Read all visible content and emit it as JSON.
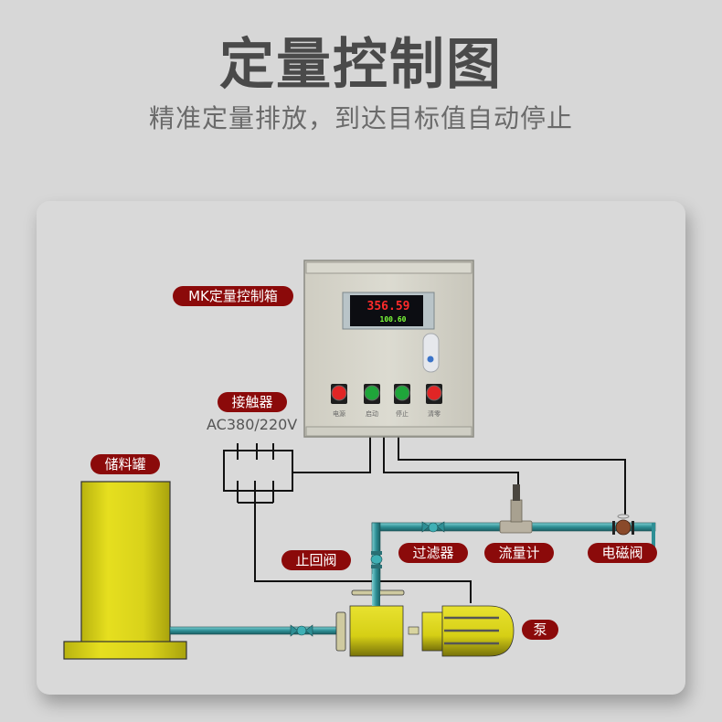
{
  "header": {
    "title": "定量控制图",
    "subtitle": "精准定量排放，到达目标值自动停止"
  },
  "control_box": {
    "label": "MK定量控制箱",
    "display": {
      "primary_value": "356.59",
      "secondary_value": "100.60"
    },
    "buttons": [
      {
        "label": "电源",
        "color": "#e02525"
      },
      {
        "label": "启动",
        "color": "#1fa53a"
      },
      {
        "label": "停止",
        "color": "#1fa53a"
      },
      {
        "label": "清零",
        "color": "#e02525"
      }
    ]
  },
  "components": {
    "contactor": {
      "label": "接触器",
      "voltage": "AC380/220V"
    },
    "tank": {
      "label": "储料罐"
    },
    "check_valve": {
      "label": "止回阀"
    },
    "filter": {
      "label": "过滤器"
    },
    "flowmeter": {
      "label": "流量计"
    },
    "solenoid_valve": {
      "label": "电磁阀"
    },
    "pump": {
      "label": "泵"
    }
  },
  "colors": {
    "tag_bg": "#8b0a0a",
    "pipe": "#2e8f95",
    "equipment_yellow": "#d8d21a"
  }
}
